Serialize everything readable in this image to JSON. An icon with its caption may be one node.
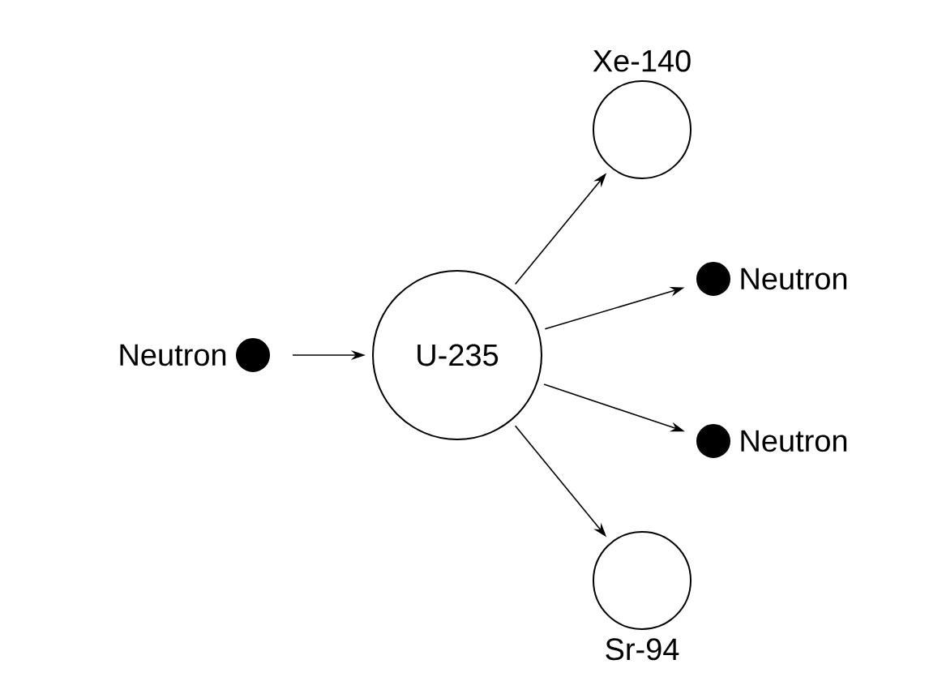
{
  "diagram": {
    "nodes": [
      {
        "text": [
          "Neutron"
        ]
      },
      {
        "text": [
          "U-235"
        ]
      },
      {
        "text": [
          "Xe-140"
        ]
      },
      {
        "text": [
          "Neutron"
        ]
      },
      {
        "text": [
          "Neutron"
        ]
      },
      {
        "text": [
          "Sr-94"
        ]
      }
    ],
    "edges": [
      {
        "from": 0,
        "to": 1,
        "arrow": "to"
      },
      {
        "from": 1,
        "to": 2,
        "arrow": "to"
      },
      {
        "from": 1,
        "to": 3,
        "arrow": "to"
      },
      {
        "from": 1,
        "to": 4,
        "arrow": "to"
      },
      {
        "from": 1,
        "to": 5,
        "arrow": "to"
      }
    ]
  }
}
